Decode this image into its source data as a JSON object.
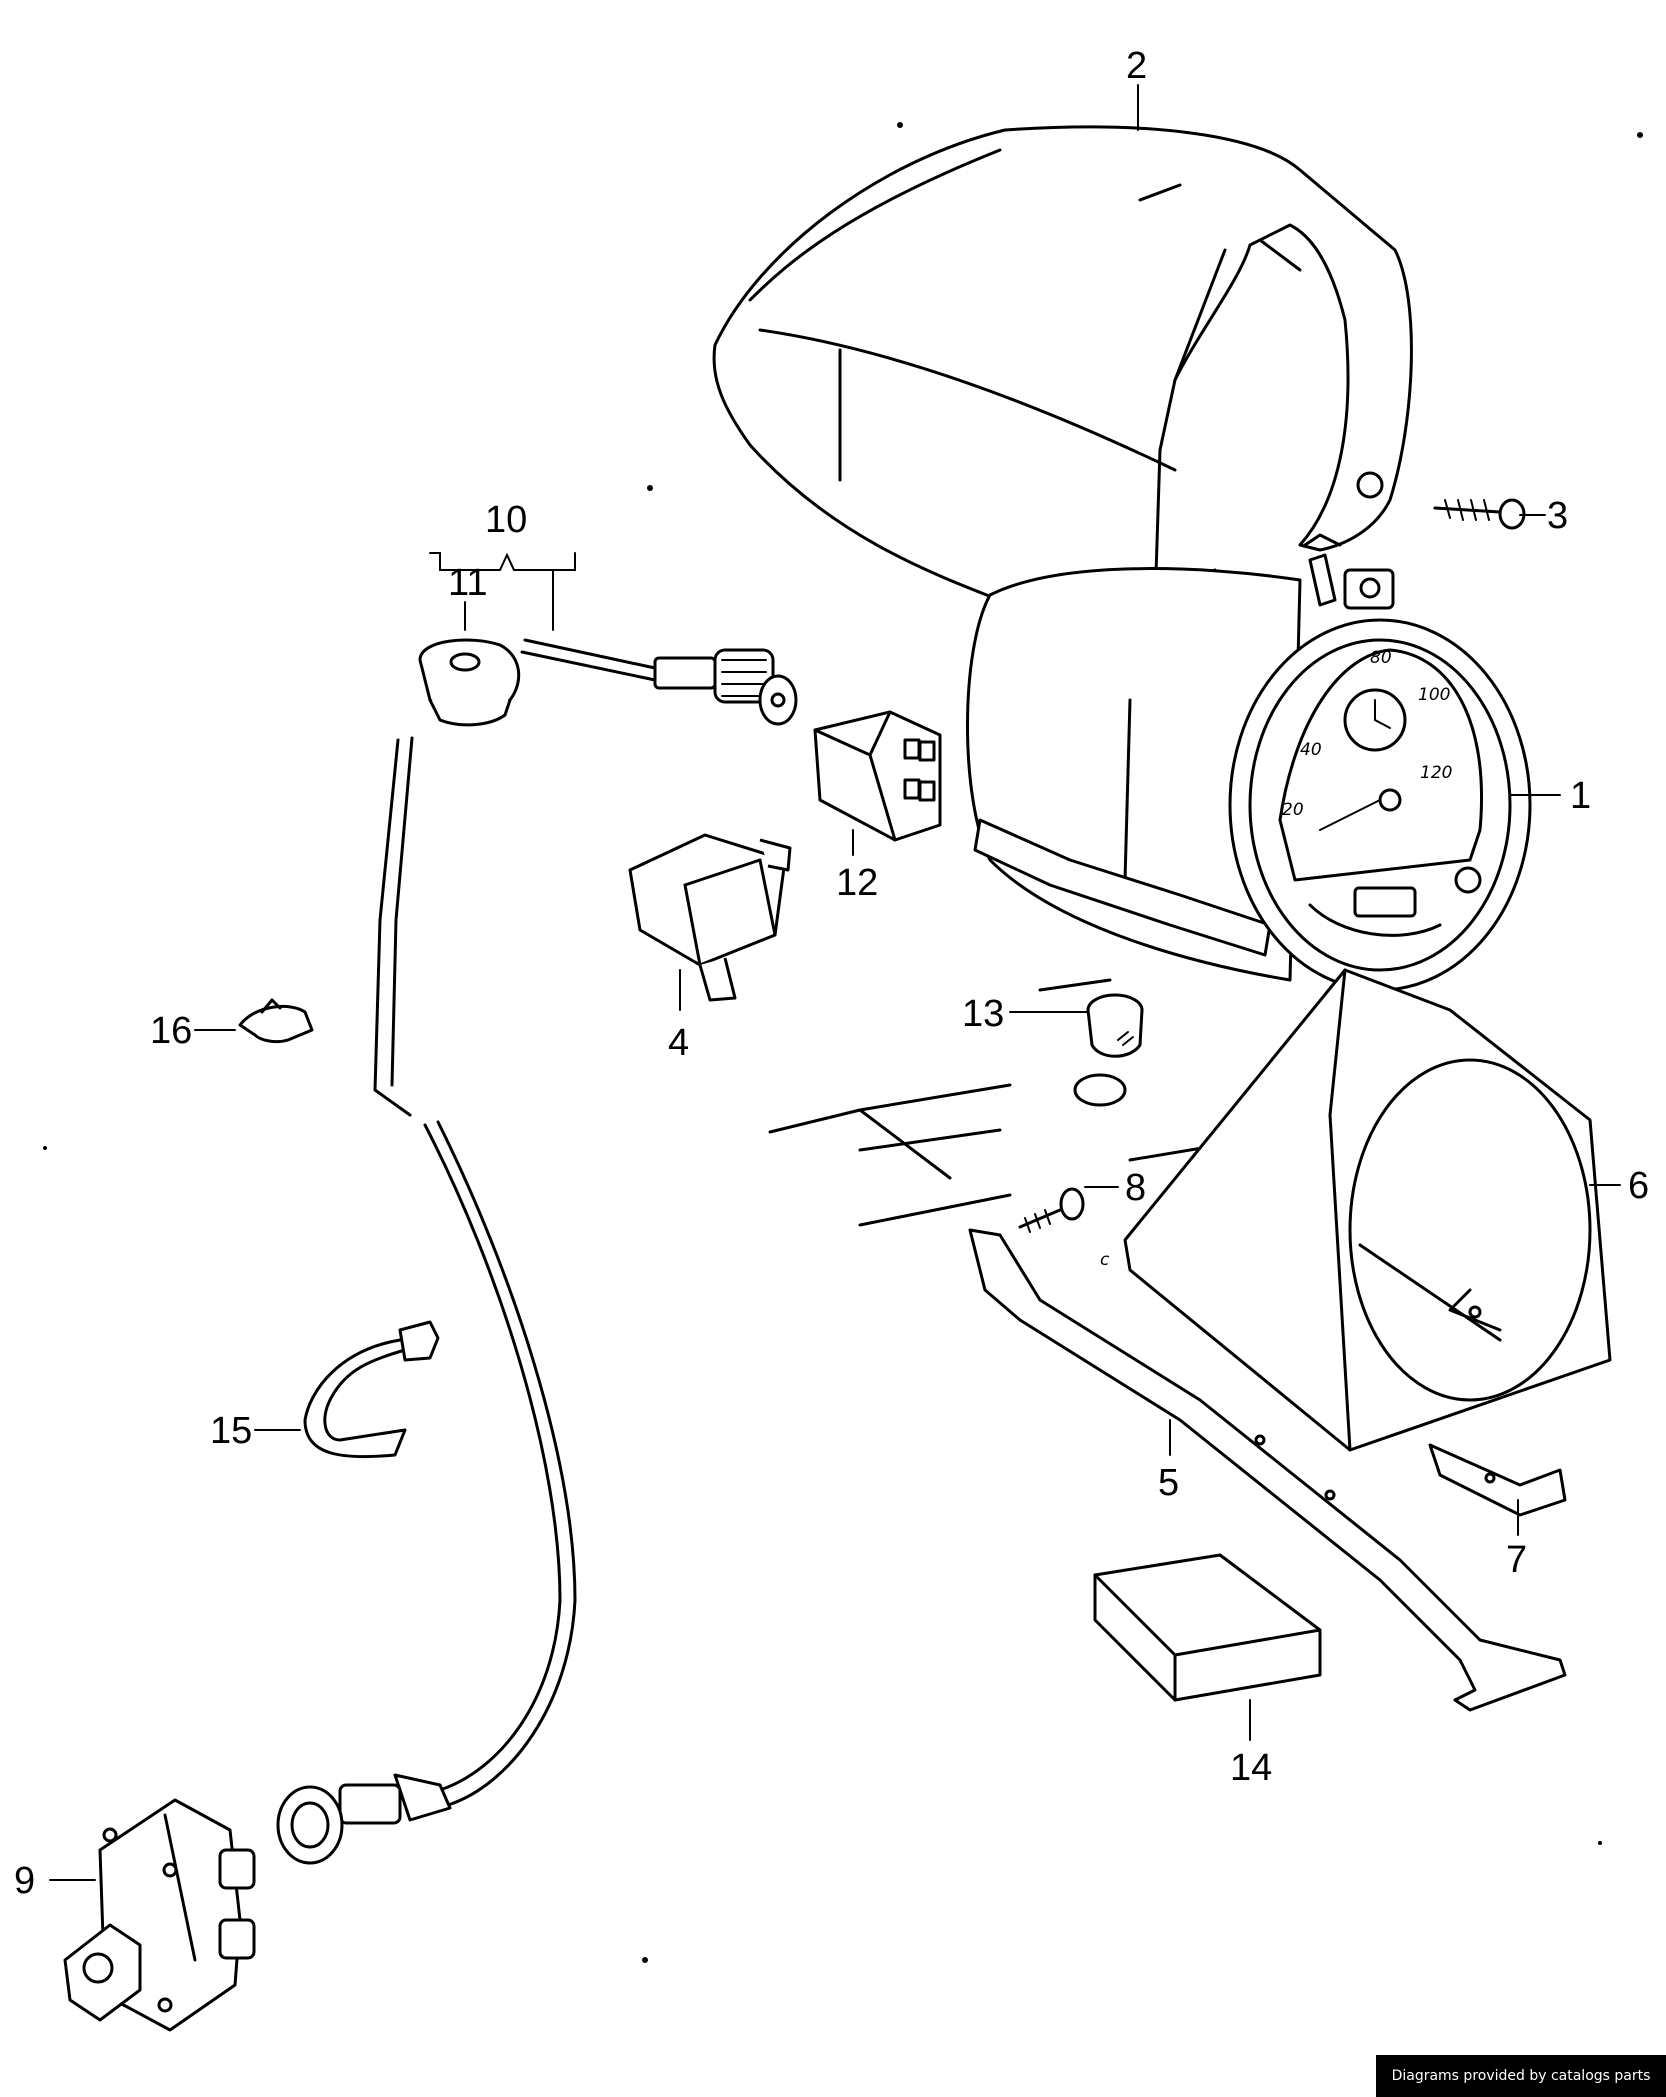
{
  "callouts": {
    "c1": "1",
    "c2": "2",
    "c3": "3",
    "c4": "4",
    "c5": "5",
    "c6": "6",
    "c7": "7",
    "c8": "8",
    "c9": "9",
    "c10": "10",
    "c11": "11",
    "c12": "12",
    "c13": "13",
    "c14": "14",
    "c15": "15",
    "c16": "16"
  },
  "dial": {
    "d20": "20",
    "d40": "40",
    "d80": "80",
    "d100": "100",
    "d120": "120"
  },
  "credit": "Diagrams provided by catalogs parts"
}
